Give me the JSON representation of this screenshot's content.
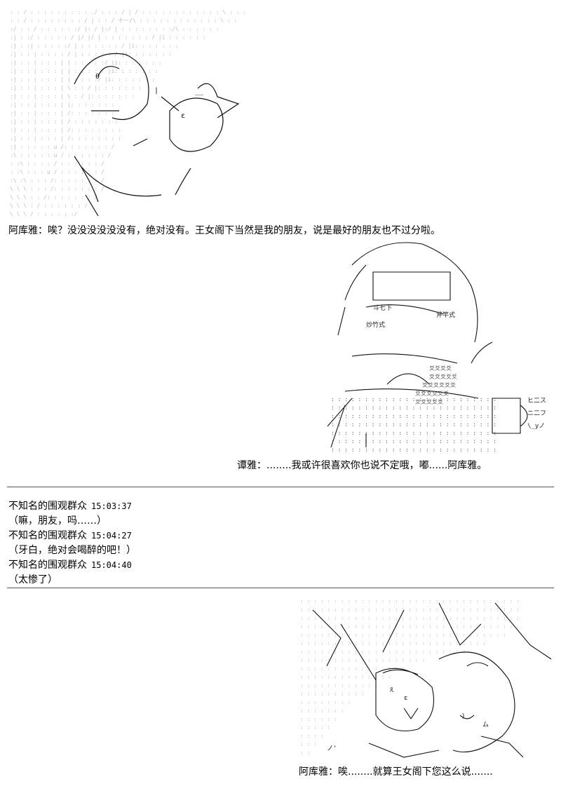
{
  "panels": [
    {
      "caption": "阿库雅：唉？没没没没没没有，绝对没有。王女阁下当然是我的朋友，说是最好的朋友也不过分啦。"
    },
    {
      "caption": "谭雅：........我或许很喜欢你也说不定哦，嘟......阿库雅。"
    },
    {
      "caption": "阿库雅：唉........就算王女阁下您这么说......."
    }
  ],
  "chat_log": [
    {
      "author": "不知名的围观群众",
      "time": "15:03:37",
      "message": "（嘛，朋友，吗……）"
    },
    {
      "author": "不知名的围观群众",
      "time": "15:04:27",
      "message": "（牙白，绝对会喝醉的吧！）"
    },
    {
      "author": "不知名的围观群众",
      "time": "15:04:40",
      "message": "（太惨了）"
    }
  ],
  "art_text": {
    "kanji_1": "斗七下",
    "kanji_2": "斧竿式",
    "kanji_3": "炒竹式",
    "side_1": "ヒ二ス",
    "side_2": "ニ二フ",
    "side_3": "\\_yノ"
  }
}
